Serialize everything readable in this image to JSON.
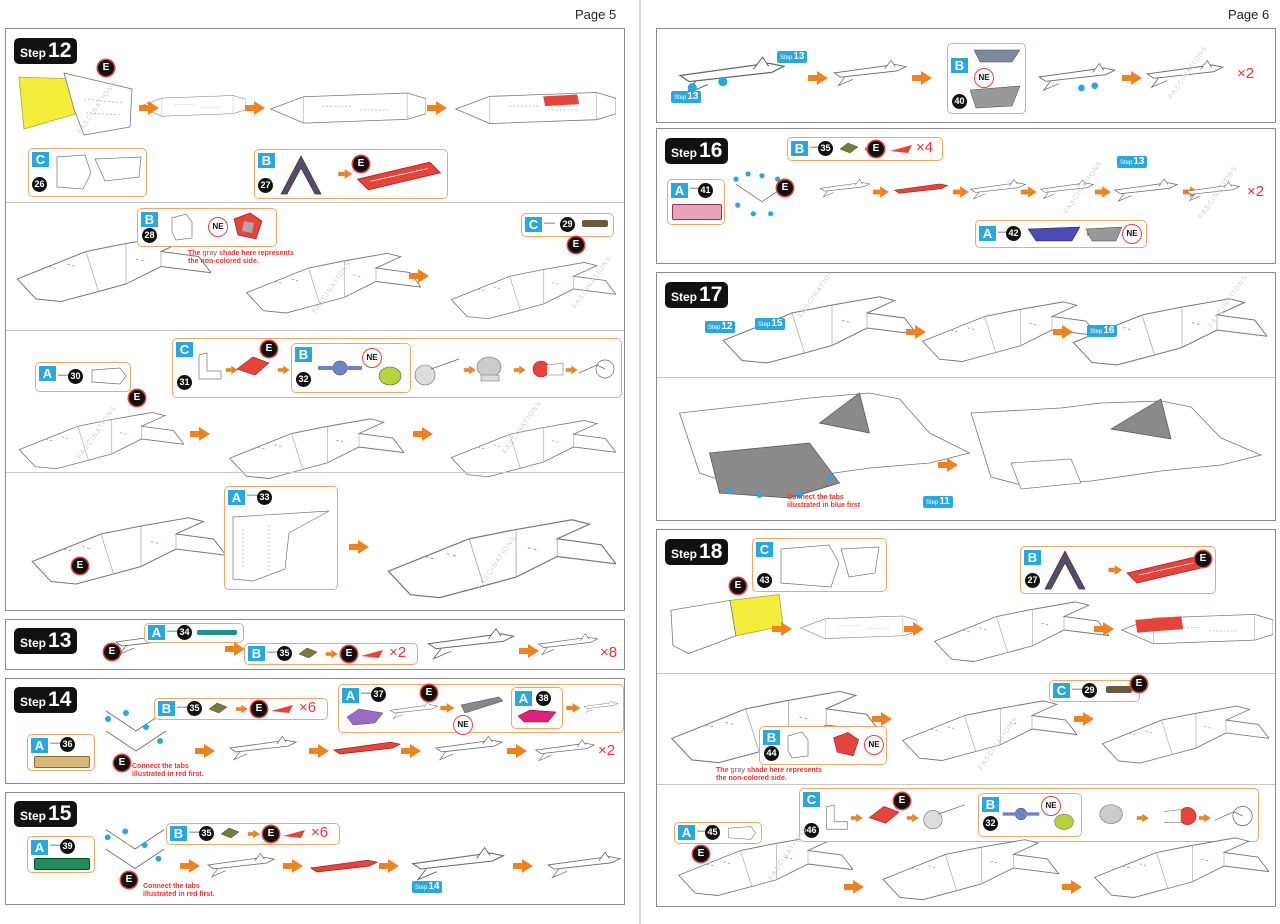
{
  "pages": {
    "left": "Page 5",
    "right": "Page 6"
  },
  "steps": {
    "s12": {
      "word": "Step",
      "num": "12"
    },
    "s13": {
      "word": "Step",
      "num": "13"
    },
    "s14": {
      "word": "Step",
      "num": "14"
    },
    "s15": {
      "word": "Step",
      "num": "15"
    },
    "s16": {
      "word": "Step",
      "num": "16"
    },
    "s17": {
      "word": "Step",
      "num": "17"
    },
    "s18": {
      "word": "Step",
      "num": "18"
    }
  },
  "sheets": {
    "a": "A",
    "b": "B",
    "c": "C"
  },
  "sep": "—",
  "tags": {
    "e": "E",
    "ne": "NE"
  },
  "parts": {
    "p26": "26",
    "p27": "27",
    "p28": "28",
    "p29": "29",
    "p30": "30",
    "p31": "31",
    "p32": "32",
    "p33": "33",
    "p34": "34",
    "p35": "35",
    "p36": "36",
    "p37": "37",
    "p38": "38",
    "p39": "39",
    "p40": "40",
    "p41": "41",
    "p42": "42",
    "p43": "43",
    "p44": "44",
    "p45": "45",
    "p46": "46"
  },
  "multipliers": {
    "x2": "×2",
    "x6": "×6",
    "x8": "×8"
  },
  "notes": {
    "gray_pre": "The ",
    "gray_word": "gray",
    "gray_post": " shade here represents",
    "gray_line2": "the non-colored side.",
    "tabs_red_1": "Connect the tabs",
    "tabs_red_2": "illustrated in red first.",
    "tabs_blue_1": "Connect the tabs",
    "tabs_blue_2": "illustrated in blue first"
  },
  "refs": {
    "r11": "11",
    "r12": "12",
    "r13": "13",
    "r14": "14",
    "r15": "15",
    "r16": "16"
  },
  "watermark": "FASCINATIONS",
  "colors": {
    "orange": "#f0821e",
    "callout": "#f0a868",
    "sheet_blue": "#29a8e0",
    "red": "#e8433a",
    "yellow": "#f4ee3a",
    "purple": "#5a4a6a",
    "gray_part": "#7a7a7a"
  }
}
